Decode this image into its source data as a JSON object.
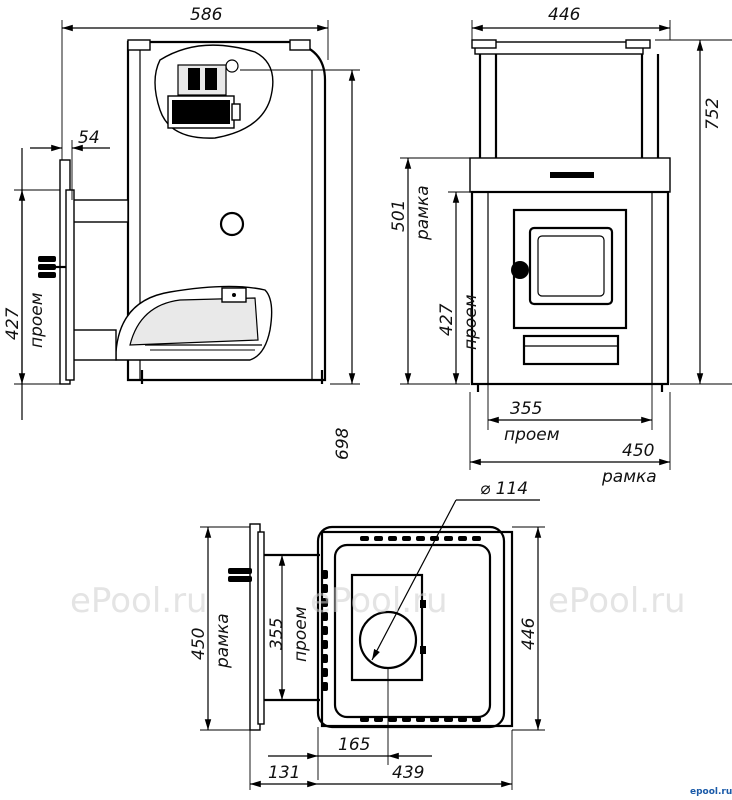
{
  "dimensions": {
    "side_width": "586",
    "front_width": "446",
    "front_height": "752",
    "flange_depth": "54",
    "frame_height_value": "501",
    "frame_height_label": "рамка",
    "side_opening_value": "427",
    "side_opening_label": "проем",
    "front_opening_height_value": "427",
    "front_opening_height_label": "проем",
    "front_opening_width_value": "355",
    "front_opening_width_label": "проем",
    "frame_width_value": "450",
    "frame_width_label": "рамка",
    "total_height": "698",
    "chimney_diameter": "114",
    "top_frame_value": "450",
    "top_frame_label": "рамка",
    "top_opening_value": "355",
    "top_opening_label": "проем",
    "top_width": "446",
    "chimney_offset": "165",
    "tunnel_length": "131",
    "body_length": "439"
  },
  "watermarks": [
    "ePool.ru",
    "ePool.ru",
    "ePool.ru"
  ],
  "logo": "epool.ru"
}
